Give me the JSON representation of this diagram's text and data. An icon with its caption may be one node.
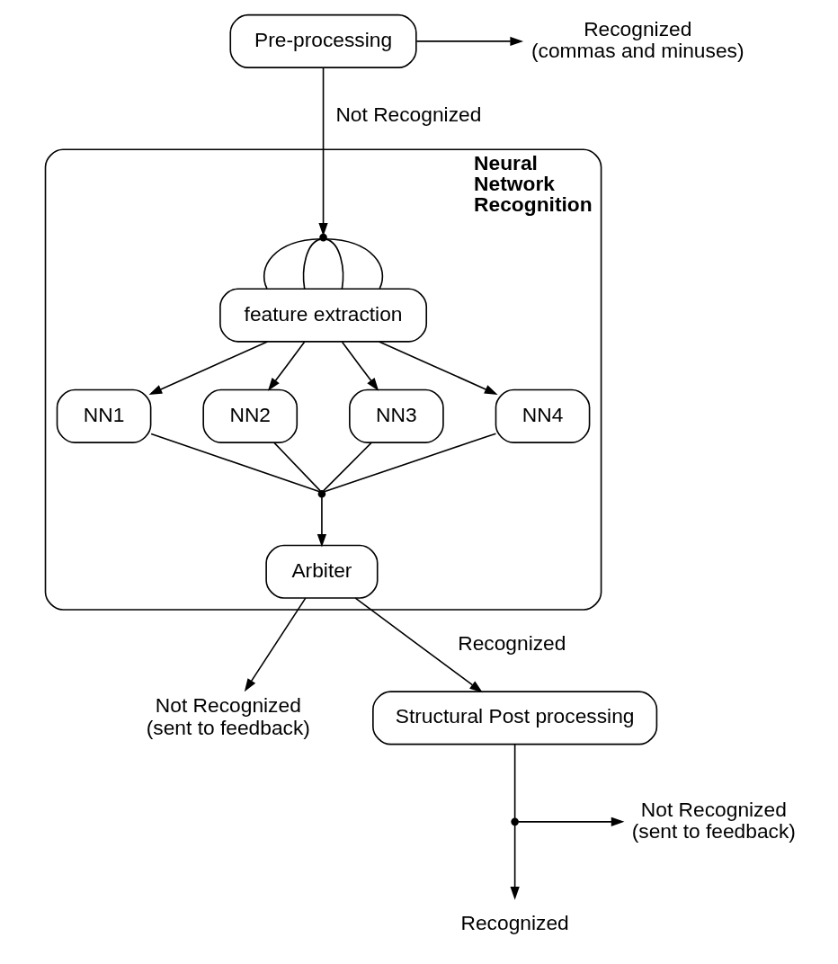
{
  "diagram": {
    "nodes": [
      {
        "text": [
          "Pre-processing"
        ]
      },
      {
        "text": [
          "Recognized",
          "(commas and minuses)"
        ]
      },
      {
        "text": [
          "Neural Network Recognition"
        ]
      },
      {
        "text": [],
        "shape": "point",
        "in": 2
      },
      {
        "text": [
          "feature extraction"
        ],
        "in": 2
      },
      {
        "text": [
          "NN1"
        ],
        "in": 2
      },
      {
        "text": [
          "NN2"
        ],
        "in": 2
      },
      {
        "text": [
          "NN3"
        ],
        "in": 2
      },
      {
        "text": [
          "NN4"
        ],
        "in": 2
      },
      {
        "text": [],
        "shape": "point",
        "in": 2
      },
      {
        "text": [
          "Arbiter"
        ],
        "in": 2
      },
      {
        "text": [
          "Not Recognized",
          "(sent to feedback)"
        ]
      },
      {
        "text": [
          "Structural Post processing"
        ]
      },
      {
        "text": [],
        "shape": "point"
      },
      {
        "text": [
          "Not Recognized",
          "(sent to feedback)"
        ]
      },
      {
        "text": [
          "Recognized"
        ]
      }
    ],
    "edges": [
      {
        "from": 0,
        "to": 1,
        "arrow": "to"
      },
      {
        "from": 0,
        "to": 3,
        "arrow": "to",
        "label": "Not Recognized"
      },
      {
        "from": 3,
        "to": 4,
        "arrow": "none"
      },
      {
        "from": 3,
        "to": 4,
        "arrow": "none"
      },
      {
        "from": 3,
        "to": 4,
        "arrow": "none"
      },
      {
        "from": 3,
        "to": 4,
        "arrow": "none"
      },
      {
        "from": 4,
        "to": 5,
        "arrow": "to"
      },
      {
        "from": 4,
        "to": 6,
        "arrow": "to"
      },
      {
        "from": 4,
        "to": 7,
        "arrow": "to"
      },
      {
        "from": 4,
        "to": 8,
        "arrow": "to"
      },
      {
        "from": 5,
        "to": 9,
        "arrow": "none"
      },
      {
        "from": 6,
        "to": 9,
        "arrow": "none"
      },
      {
        "from": 7,
        "to": 9,
        "arrow": "none"
      },
      {
        "from": 8,
        "to": 9,
        "arrow": "none"
      },
      {
        "from": 9,
        "to": 10,
        "arrow": "to"
      },
      {
        "from": 10,
        "to": 11,
        "arrow": "to"
      },
      {
        "from": 10,
        "to": 12,
        "arrow": "to",
        "label": "Recognized"
      },
      {
        "from": 12,
        "to": 13,
        "arrow": "none"
      },
      {
        "from": 13,
        "to": 14,
        "arrow": "to"
      },
      {
        "from": 13,
        "to": 15,
        "arrow": "to"
      }
    ]
  }
}
